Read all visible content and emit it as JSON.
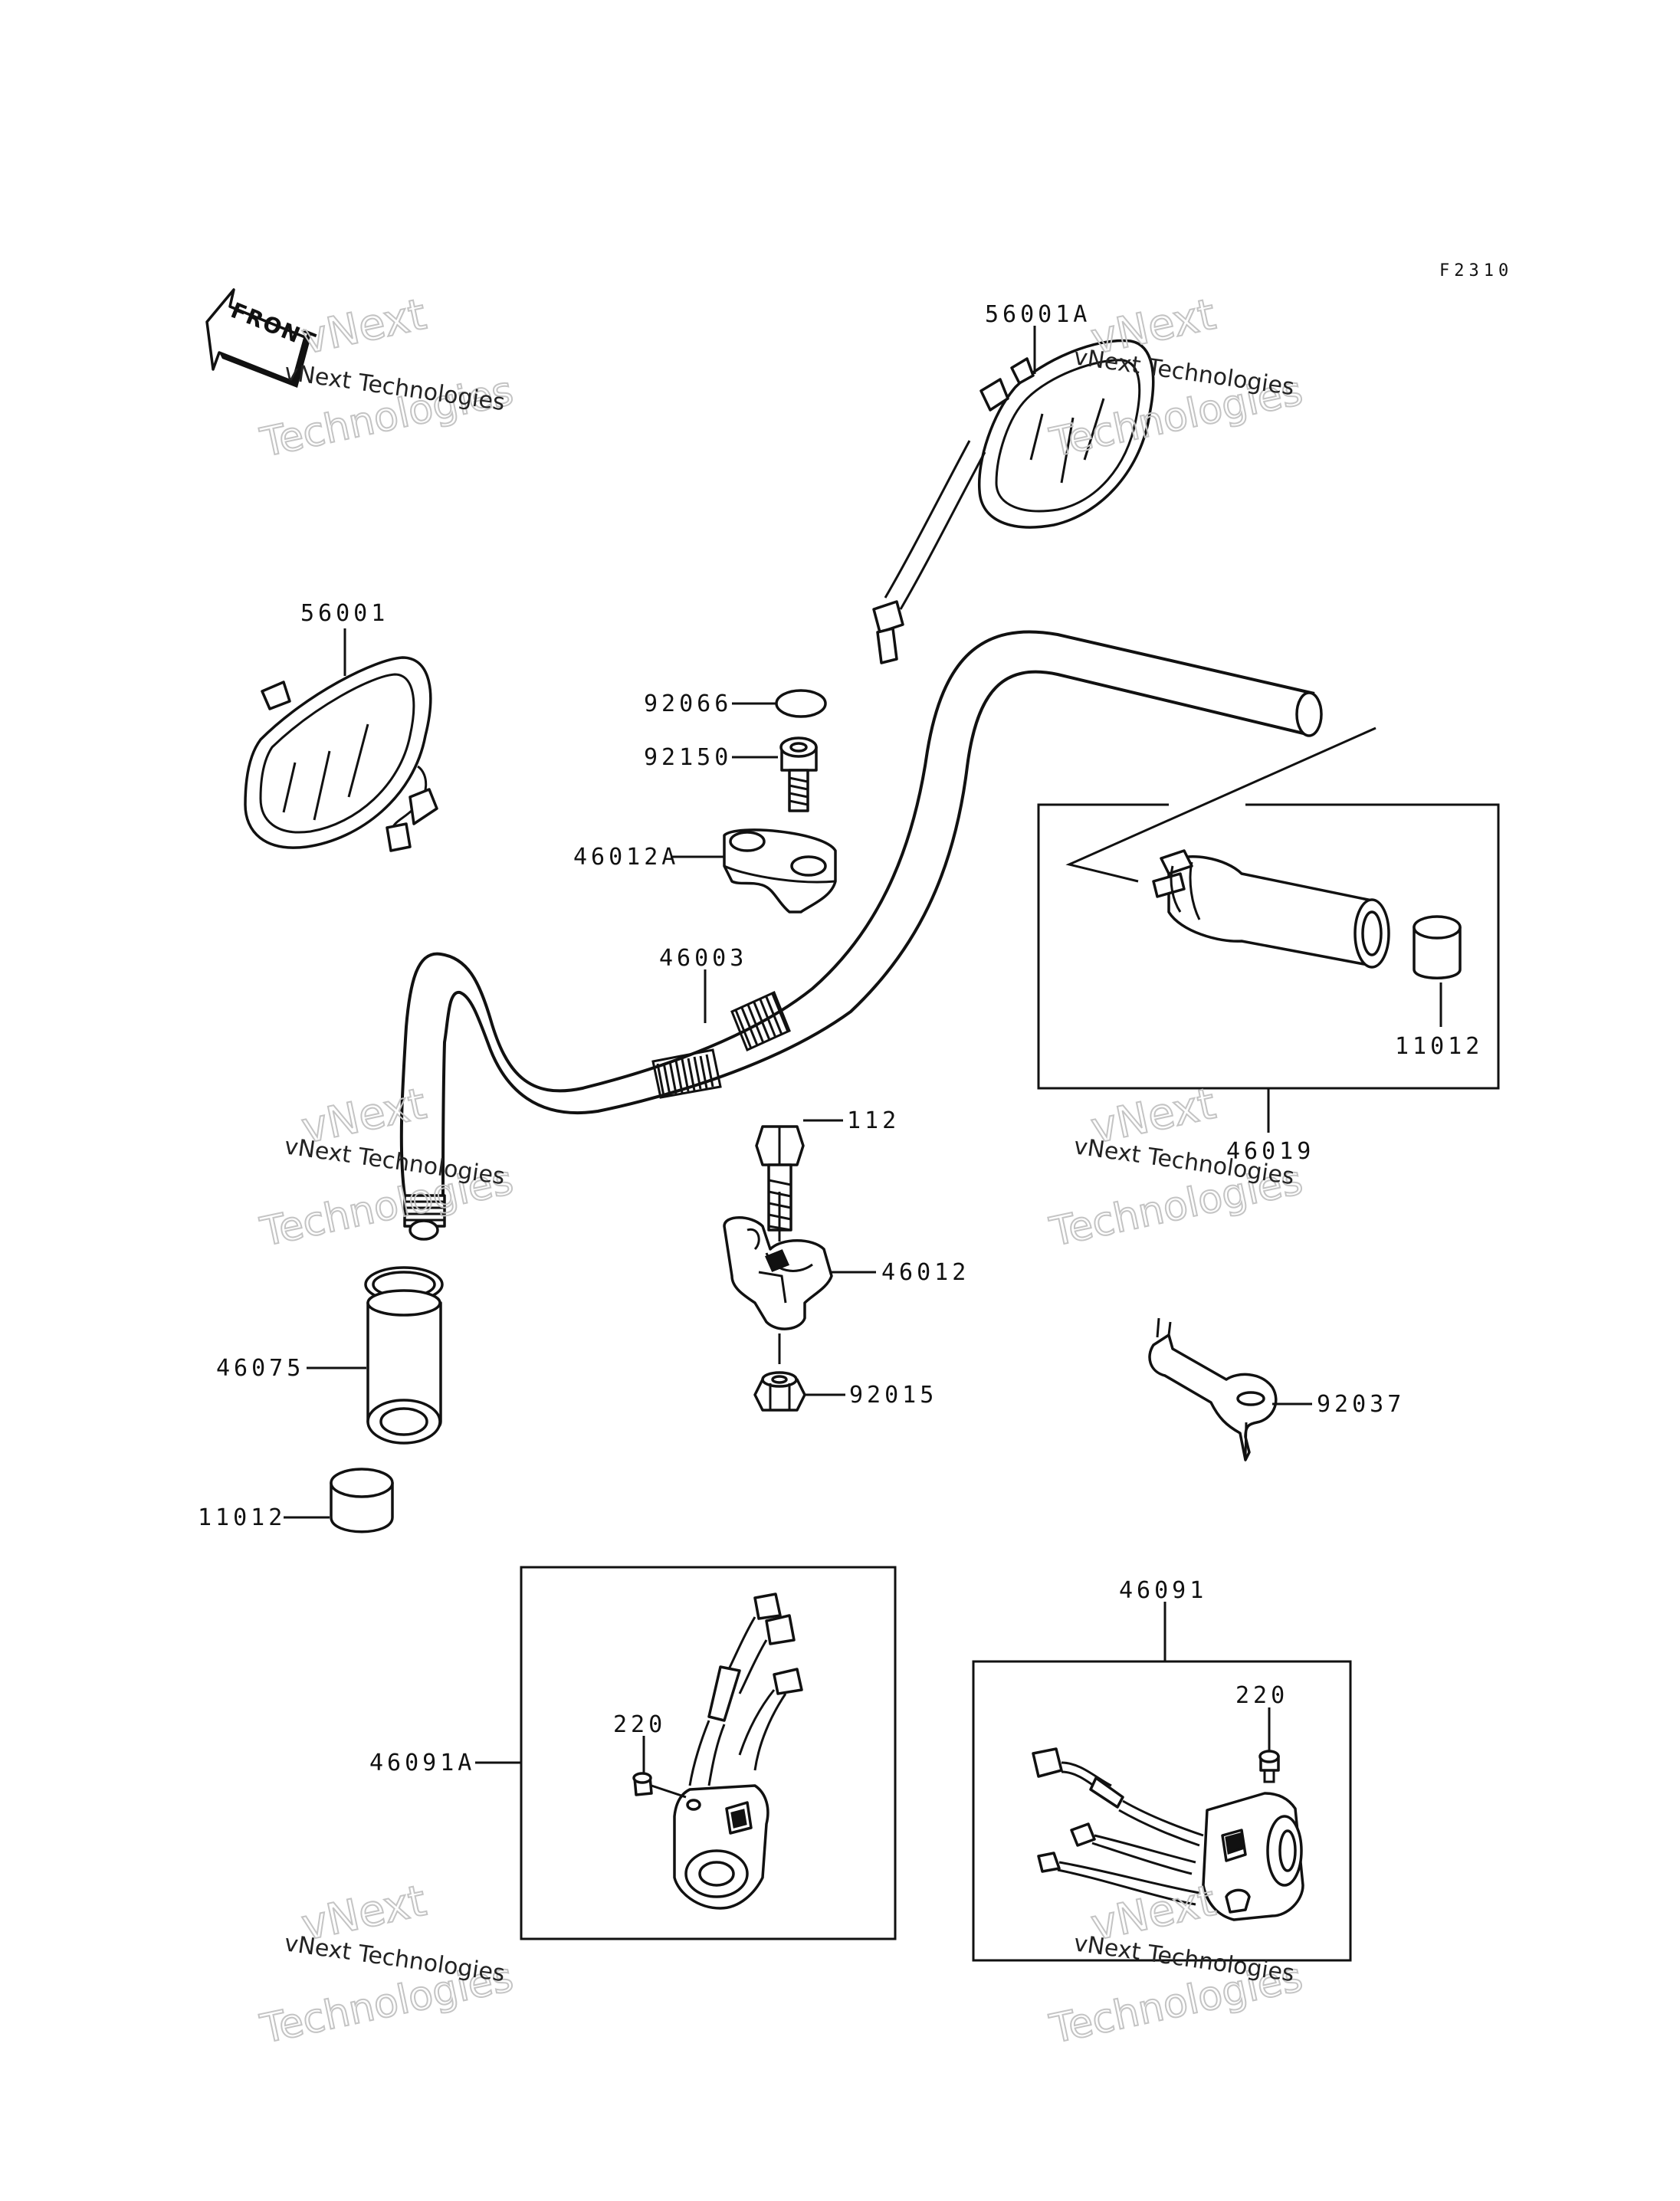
{
  "diagram": {
    "code": "F2310",
    "front_label": "FRONT",
    "watermark": {
      "line1": "vNext",
      "line2": "vNext Technologies",
      "line3": "Technologies"
    },
    "parts": {
      "p56001A": "56001A",
      "p56001": "56001",
      "p92066": "92066",
      "p92150": "92150",
      "p46012A": "46012A",
      "p46003": "46003",
      "p11012_right": "11012",
      "p46019": "46019",
      "p112": "112",
      "p46012": "46012",
      "p46075": "46075",
      "p92015": "92015",
      "p92037": "92037",
      "p11012_left": "11012",
      "p46091": "46091",
      "p220_right": "220",
      "p220_left": "220",
      "p46091A": "46091A"
    }
  }
}
